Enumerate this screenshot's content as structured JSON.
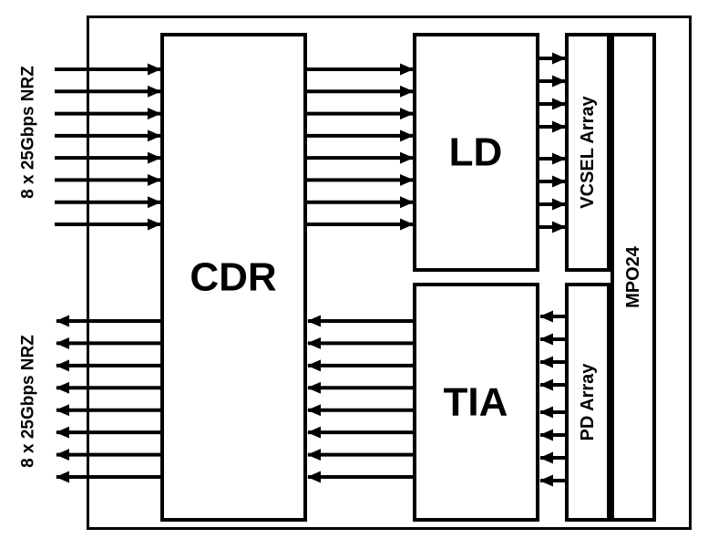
{
  "diagram": {
    "type": "block-diagram",
    "channels": 8,
    "labels": {
      "input_top": "8 x 25Gbps NRZ",
      "input_bottom": "8 x 25Gbps NRZ",
      "cdr": "CDR",
      "ld": "LD",
      "tia": "TIA",
      "vcsel_array": "VCSEL Array",
      "pd_array": "PD Array",
      "mpo": "MPO24"
    },
    "colors": {
      "line": "#000000",
      "background": "#ffffff"
    }
  }
}
